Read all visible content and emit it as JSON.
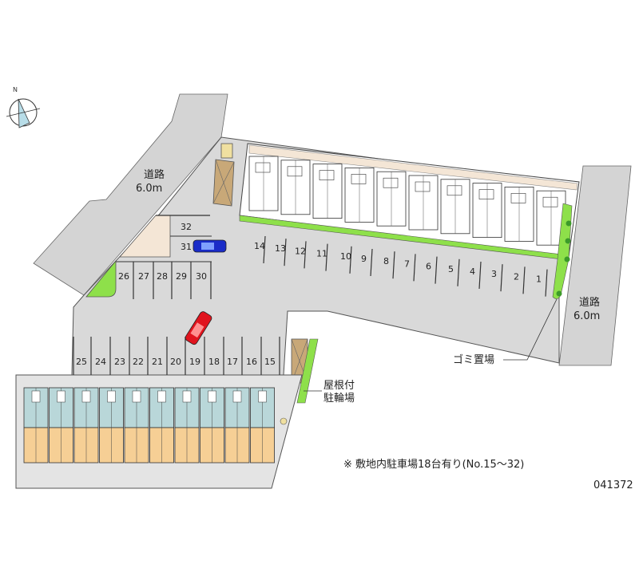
{
  "map": {
    "compass": {
      "north_label": "N"
    },
    "road_left": {
      "name": "道路",
      "width": "6.0m"
    },
    "road_right": {
      "name": "道路",
      "width": "6.0m"
    },
    "garbage_area": "ゴミ置場",
    "bike_parking": {
      "line1": "屋根付",
      "line2": "駐輪場"
    },
    "note": "※ 敷地内駐車場18台有り(No.15～32)",
    "code": "041372",
    "parking_row_top": [
      "14",
      "13",
      "12",
      "11",
      "10",
      "9",
      "8",
      "7",
      "6",
      "5",
      "4",
      "3",
      "2",
      "1"
    ],
    "parking_row_middle": [
      "26",
      "27",
      "28",
      "29",
      "30"
    ],
    "parking_side": [
      "32",
      "31"
    ],
    "parking_row_bottom": [
      "25",
      "24",
      "23",
      "22",
      "21",
      "20",
      "19",
      "18",
      "17",
      "16",
      "15"
    ],
    "colors": {
      "pavement": "#d9d9d9",
      "road": "#d4d4d4",
      "green": "#8ee04a",
      "shed": "#c8a878",
      "unit_upper": "#b9d7d9",
      "unit_lower": "#f6cf95",
      "beige": "#f4e6d6",
      "car_blue": "#1a2cc8",
      "car_red": "#e0141e"
    }
  }
}
